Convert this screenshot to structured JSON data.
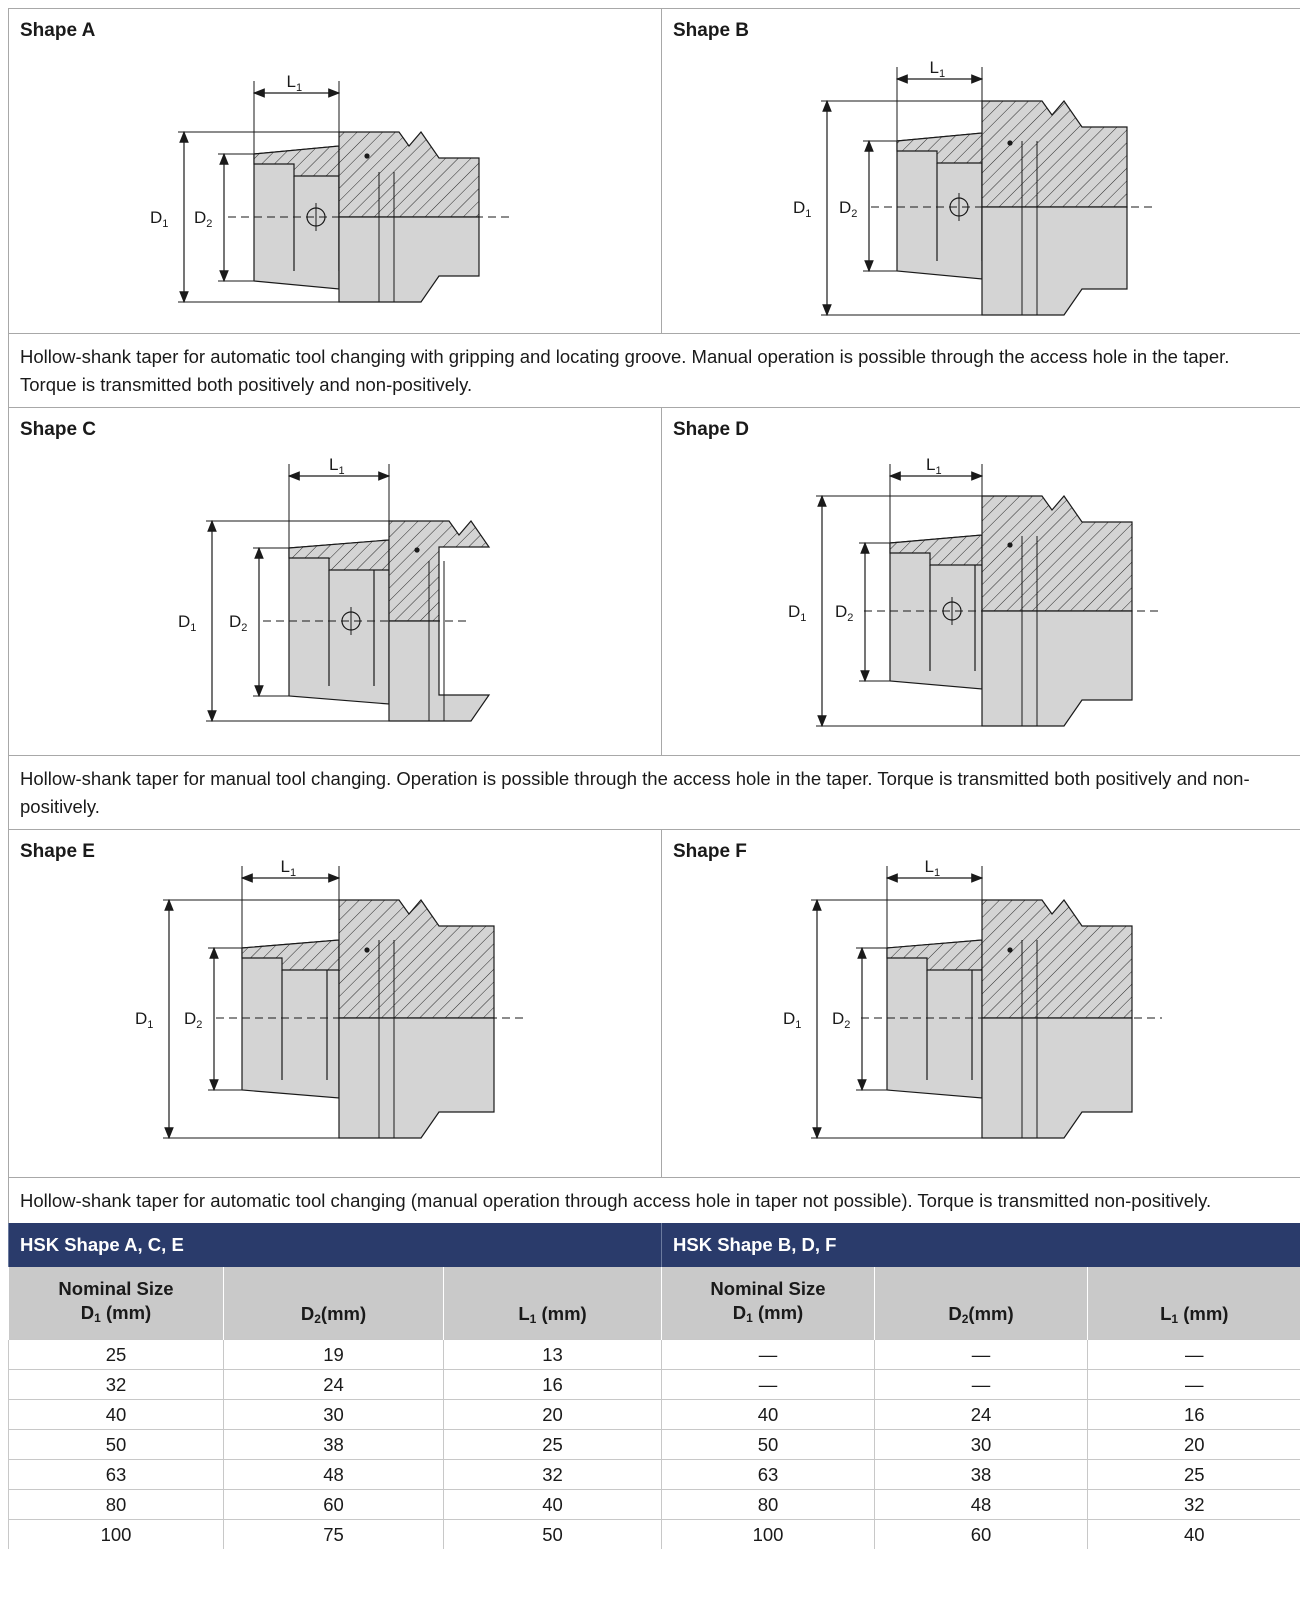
{
  "shapes": {
    "a": {
      "title": "Shape A"
    },
    "b": {
      "title": "Shape B"
    },
    "c": {
      "title": "Shape C"
    },
    "d": {
      "title": "Shape D"
    },
    "e": {
      "title": "Shape E"
    },
    "f": {
      "title": "Shape F"
    }
  },
  "labels": {
    "d1": "D",
    "d2": "D",
    "l1": "L",
    "sub1": "1",
    "sub2": "2"
  },
  "descriptions": {
    "ab": "Hollow-shank taper for automatic tool changing with gripping and locating groove. Manual operation is possible through the access hole in the taper. Torque is transmitted both positively and non-positively.",
    "cd": "Hollow-shank taper for manual tool changing. Operation is possible through the access hole in the taper. Torque is transmitted both positively and non-positively.",
    "ef": "Hollow-shank taper for automatic tool changing (manual operation through access hole in taper not possible). Torque is transmitted non-positively."
  },
  "table": {
    "group_left": "HSK Shape A, C, E",
    "group_right": "HSK Shape B, D, F",
    "col_nominal_line1": "Nominal Size",
    "col_d1": "D",
    "col_d1_unit": "(mm)",
    "col_d2": "D",
    "col_d2_unit": "(mm)",
    "col_l1": "L",
    "col_l1_unit": "(mm)",
    "rows": [
      [
        "25",
        "19",
        "13",
        "—",
        "—",
        "—"
      ],
      [
        "32",
        "24",
        "16",
        "—",
        "—",
        "—"
      ],
      [
        "40",
        "30",
        "20",
        "40",
        "24",
        "16"
      ],
      [
        "50",
        "38",
        "25",
        "50",
        "30",
        "20"
      ],
      [
        "63",
        "48",
        "32",
        "63",
        "38",
        "25"
      ],
      [
        "80",
        "60",
        "40",
        "80",
        "48",
        "32"
      ],
      [
        "100",
        "75",
        "50",
        "100",
        "60",
        "40"
      ]
    ]
  },
  "colors": {
    "header_blue": "#2a3b6b",
    "header_grey": "#c9c9c9",
    "part_fill": "#d4d4d4"
  }
}
